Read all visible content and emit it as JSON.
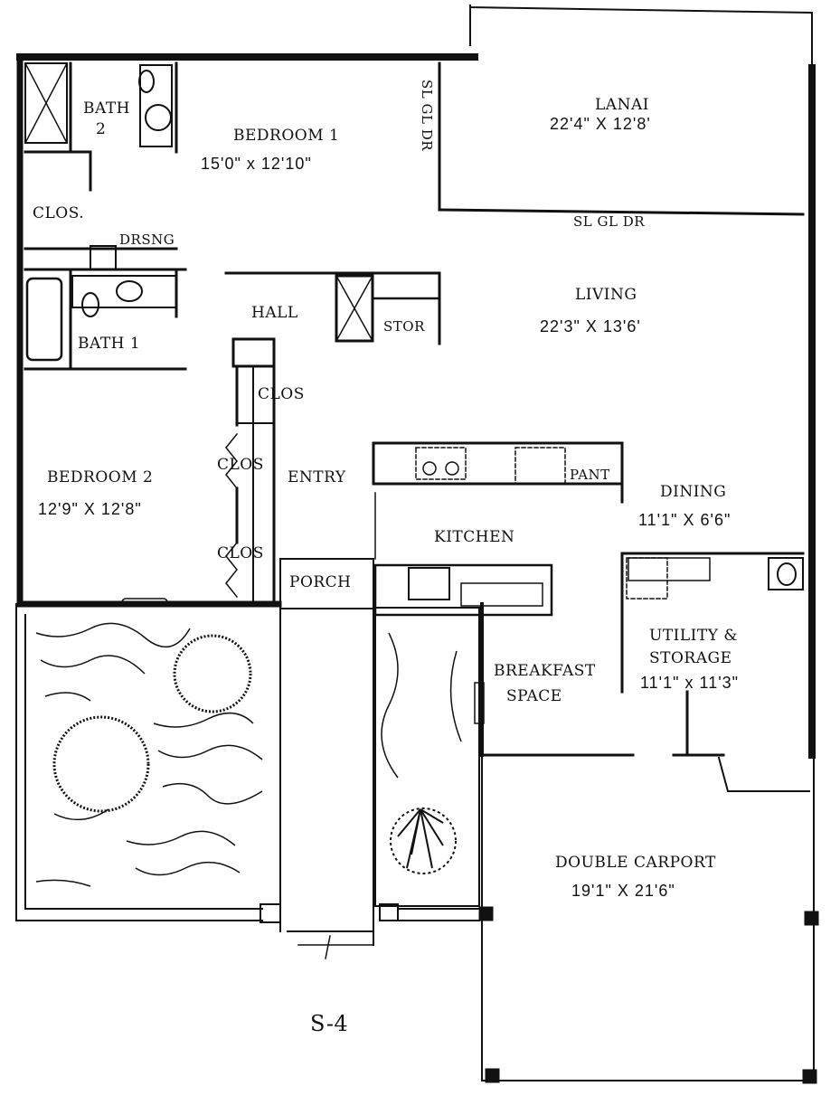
{
  "code": "S-4",
  "rooms": {
    "lanai": {
      "name": "LANAI",
      "dims": "22'4\" X 12'8'"
    },
    "bedroom1": {
      "name": "BEDROOM 1",
      "dims": "15'0\" x 12'10\""
    },
    "bath2": {
      "name": "BATH",
      "number": "2"
    },
    "clos_top": {
      "name": "CLOS."
    },
    "drsng": {
      "name": "DRSNG"
    },
    "bath1": {
      "name": "BATH 1"
    },
    "hall": {
      "name": "HALL"
    },
    "stor": {
      "name": "STOR"
    },
    "living": {
      "name": "LIVING",
      "dims": "22'3\" X 13'6'"
    },
    "clos1": {
      "name": "CLOS"
    },
    "clos2": {
      "name": "CLOS"
    },
    "clos3": {
      "name": "CLOS"
    },
    "bedroom2": {
      "name": "BEDROOM 2",
      "dims": "12'9\" X 12'8\""
    },
    "entry": {
      "name": "ENTRY"
    },
    "pant": {
      "name": "PANT"
    },
    "dining": {
      "name": "DINING",
      "dims": "11'1\" X 6'6\""
    },
    "kitchen": {
      "name": "KITCHEN"
    },
    "porch": {
      "name": "PORCH"
    },
    "utility": {
      "name": "UTILITY &",
      "name2": "STORAGE",
      "dims": "11'1\" x 11'3\""
    },
    "breakfast": {
      "name": "BREAKFAST",
      "name2": "SPACE"
    },
    "carport": {
      "name": "DOUBLE CARPORT",
      "dims": "19'1\" X 21'6\""
    }
  },
  "doors": {
    "sl_gl_dr_vertical": "SL GL DR",
    "sl_gl_dr_horizontal": "SL GL DR"
  }
}
